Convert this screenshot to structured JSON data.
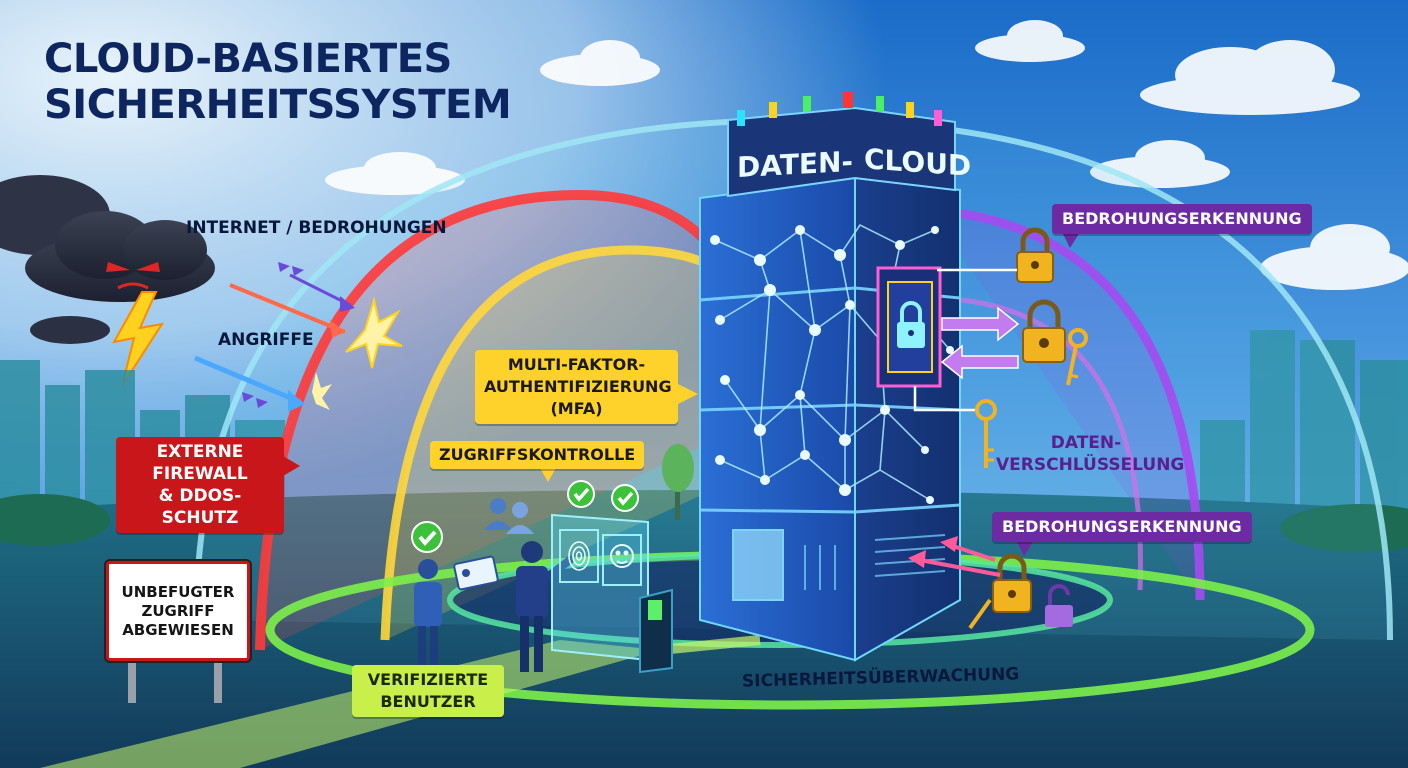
{
  "title": {
    "line1": "CLOUD-BASIERTES",
    "line2": "SICHERHEITSSYSTEM"
  },
  "labels": {
    "internet": "INTERNET / BEDROHUNGEN",
    "attacks": "ANGRIFFE",
    "firewall": [
      "EXTERNE",
      "FIREWALL",
      "& DDOS-SCHUTZ"
    ],
    "sign": [
      "UNBEFUGTER",
      "ZUGRIFF",
      "ABGEWIESEN"
    ],
    "mfa": [
      "MULTI-FAKTOR-",
      "AUTHENTIFIZIERUNG",
      "(MFA)"
    ],
    "access": "ZUGRIFFSKONTROLLE",
    "verified": [
      "VERIFIZIERTE",
      "BENUTZER"
    ],
    "tower": {
      "left": "DATEN-",
      "right": "CLOUD"
    },
    "threat_top": "BEDROHUNGSERKENNUNG",
    "encryption": [
      "DATEN-",
      "VERSCHLÜSSELUNG"
    ],
    "threat_bottom": "BEDROHUNGSERKENNUNG",
    "monitoring": "SICHERHEITSÜBERWACHUNG"
  },
  "icons": {
    "storm": "storm-cloud-icon",
    "lightning": "lightning-icon",
    "lock": "padlock-icon",
    "key": "key-icon",
    "check": "checkmark-icon",
    "fingerprint": "fingerprint-icon",
    "face": "face-scan-icon",
    "users": "user-group-icon"
  },
  "colors": {
    "title": "#0d2660",
    "firewall_red": "#c8161b",
    "mfa_yellow": "#ffd12b",
    "threat_purple": "#6c2aa3",
    "monitoring_green": "#7cf04a",
    "tower_blue": "#1f57b8",
    "lock_gold": "#f2b321"
  }
}
